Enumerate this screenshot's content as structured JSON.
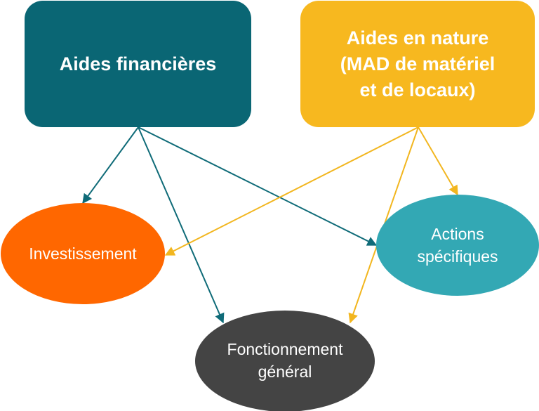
{
  "nodes": {
    "aides_financieres": {
      "lines": [
        "Aides financières"
      ],
      "color": "#0a6674"
    },
    "aides_nature": {
      "lines": [
        "Aides en nature",
        "(MAD de matériel",
        "et de locaux)"
      ],
      "color": "#f7b81f"
    },
    "investissement": {
      "lines": [
        "Investissement"
      ],
      "color": "#ff6700"
    },
    "actions_specifiques": {
      "lines": [
        "Actions",
        "spécifiques"
      ],
      "color": "#33a8b4"
    },
    "fonctionnement_general": {
      "lines": [
        "Fonctionnement",
        "général"
      ],
      "color": "#444444"
    }
  },
  "edge_colors": {
    "financieres": "#0f6b78",
    "nature": "#f2b61f"
  },
  "edges": [
    {
      "from": "aides_financieres",
      "to": "investissement"
    },
    {
      "from": "aides_financieres",
      "to": "fonctionnement_general"
    },
    {
      "from": "aides_financieres",
      "to": "actions_specifiques"
    },
    {
      "from": "aides_nature",
      "to": "investissement"
    },
    {
      "from": "aides_nature",
      "to": "actions_specifiques"
    },
    {
      "from": "aides_nature",
      "to": "fonctionnement_general"
    }
  ]
}
